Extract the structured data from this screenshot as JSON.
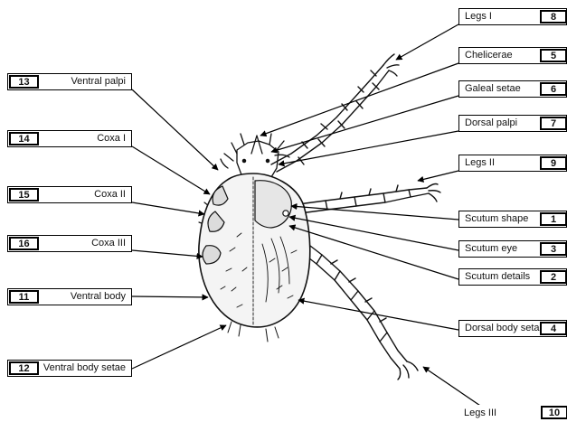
{
  "labels_left": [
    {
      "key": "ventral-palpi",
      "number": "13",
      "text": "Ventral palpi"
    },
    {
      "key": "coxa-1",
      "number": "14",
      "text": "Coxa I"
    },
    {
      "key": "coxa-2",
      "number": "15",
      "text": "Coxa II"
    },
    {
      "key": "coxa-3",
      "number": "16",
      "text": "Coxa III"
    },
    {
      "key": "ventral-body",
      "number": "11",
      "text": "Ventral body"
    },
    {
      "key": "ventral-body-setae",
      "number": "12",
      "text": "Ventral body setae"
    }
  ],
  "labels_right": [
    {
      "key": "legs-1",
      "number": "8",
      "text": "Legs I"
    },
    {
      "key": "chelicerae",
      "number": "5",
      "text": "Chelicerae"
    },
    {
      "key": "galeal-setae",
      "number": "6",
      "text": "Galeal setae"
    },
    {
      "key": "dorsal-palpi",
      "number": "7",
      "text": "Dorsal palpi"
    },
    {
      "key": "legs-2",
      "number": "9",
      "text": "Legs II"
    },
    {
      "key": "scutum-shape",
      "number": "1",
      "text": "Scutum shape"
    },
    {
      "key": "scutum-eye",
      "number": "3",
      "text": "Scutum eye"
    },
    {
      "key": "scutum-details",
      "number": "2",
      "text": "Scutum details"
    },
    {
      "key": "dorsal-body-setae",
      "number": "4",
      "text": "Dorsal body setae"
    },
    {
      "key": "legs-3",
      "number": "10",
      "text": "Legs III"
    }
  ]
}
